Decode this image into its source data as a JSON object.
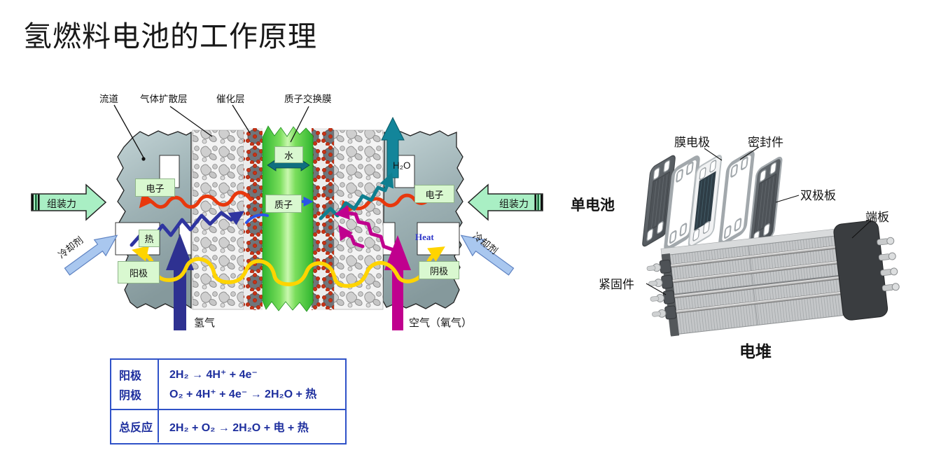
{
  "title": "氢燃料电池的工作原理",
  "cell_diagram": {
    "top_labels": {
      "flow_channel": "流道",
      "gas_diffusion_layer": "气体扩散层",
      "catalyst_layer": "催化层",
      "proton_exchange_membrane": "质子交换膜"
    },
    "boxes": {
      "electron_left": "电子",
      "electron_right": "电子",
      "heat": "热",
      "anode": "阳极",
      "cathode": "阴极",
      "water": "水",
      "proton": "质子"
    },
    "arrows": {
      "assembly_force_left": "组装力",
      "assembly_force_right": "组装力",
      "coolant_left": "冷却剂",
      "coolant_right": "冷却剂",
      "hydrogen_in": "氢气",
      "air_in": "空气（氧气）",
      "water_out": "H₂O"
    },
    "heat_text": "Heat"
  },
  "stack_diagram": {
    "labels": {
      "membrane_electrode": "膜电极",
      "seal": "密封件",
      "bipolar_plate": "双极板",
      "end_plate": "端板",
      "fastener": "紧固件"
    },
    "single_cell": "单电池",
    "stack": "电堆"
  },
  "reaction_table": {
    "rows": [
      {
        "label": "阳极",
        "equation": "2H₂ → 4H⁺ + 4e⁻"
      },
      {
        "label": "阴极",
        "equation": "O₂ + 4H⁺ + 4e⁻ → 2H₂O + 热"
      },
      {
        "label": "总反应",
        "equation": "2H₂ + O₂ → 2H₂O + 电 + 热"
      }
    ]
  },
  "colors": {
    "assembly_arrow": "#a9efc4",
    "coolant_arrow": "#a9c7ef",
    "hydrogen_arrow": "#2e3191",
    "air_arrow": "#c0008e",
    "water_arrow_teal": "#13859a",
    "membrane_green": "#35c435",
    "catalyst_red": "#c63317",
    "heat_wave_yellow": "#ffd400",
    "electron_wave_red": "#e8380d",
    "hydrogen_wave_blue": "#2f35a0",
    "proton_wave_blue": "#2b55e8",
    "oxygen_wave_magenta": "#c0008e",
    "label_box_green": "#d9f8d0",
    "table_border_blue": "#2f52c8",
    "table_text_blue": "#1e2f9e"
  }
}
